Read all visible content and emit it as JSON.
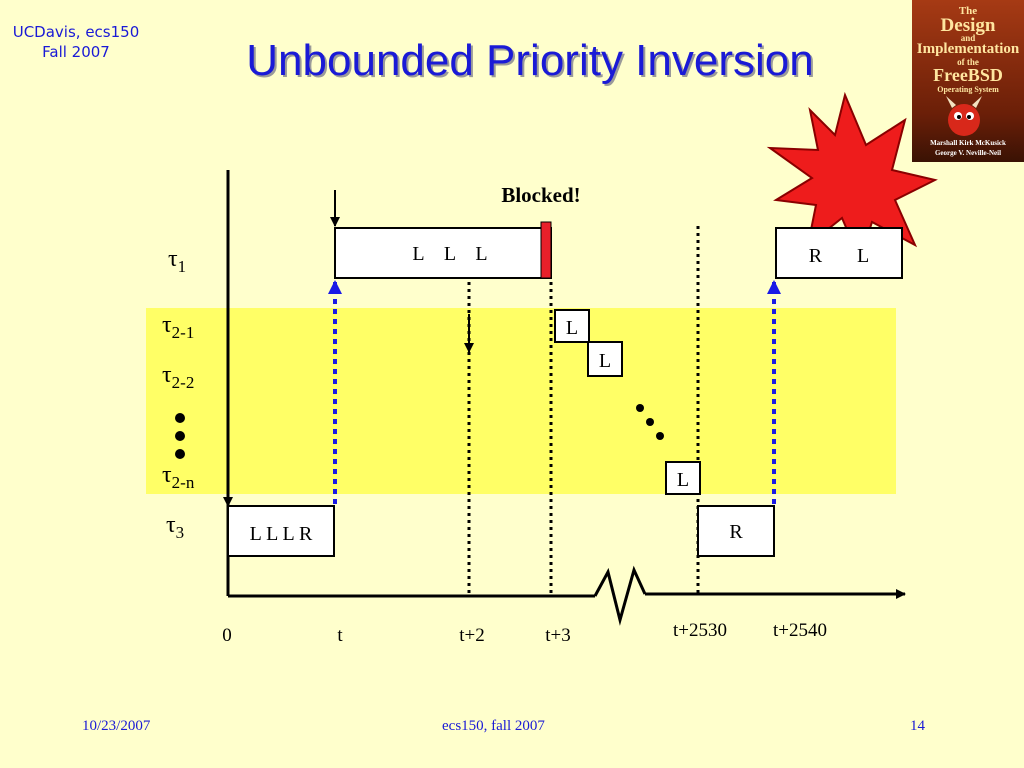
{
  "header": {
    "corner_line1": "UCDavis, ecs150",
    "corner_line2": "Fall 2007",
    "title": "Unbounded Priority Inversion"
  },
  "book": {
    "line1": "The",
    "line2": "Design",
    "line3": "and",
    "line4": "Implementation",
    "line5": "of the",
    "line6": "FreeBSD",
    "line7": "Operating System",
    "authors1": "Marshall Kirk McKusick",
    "authors2": "George V. Neville-Neil"
  },
  "diagram": {
    "blocked_label": "Blocked!",
    "tasks": {
      "tau1": {
        "sym": "τ",
        "sub": "1"
      },
      "tau2_1": {
        "sym": "τ",
        "sub": "2-1"
      },
      "tau2_2": {
        "sym": "τ",
        "sub": "2-2"
      },
      "tau2_n": {
        "sym": "τ",
        "sub": "2-n"
      },
      "tau3": {
        "sym": "τ",
        "sub": "3"
      }
    },
    "boxes": {
      "tau1_first": "L    L    L",
      "tau1_second": "R       L",
      "tau2_1": "L",
      "tau2_2": "L",
      "tau2_n": "L",
      "tau3_first": "L L L R",
      "tau3_second": "R"
    },
    "ticks": [
      "0",
      "t",
      "t+2",
      "t+3",
      "t+2530",
      "t+2540"
    ],
    "colors": {
      "band": "#FFFF66",
      "blocked_bar": "#E8202A",
      "inherit_arrow": "#1A1AE6",
      "star": "#EE1C1C"
    }
  },
  "footer": {
    "date": "10/23/2007",
    "course": "ecs150, fall 2007",
    "page": "14"
  }
}
